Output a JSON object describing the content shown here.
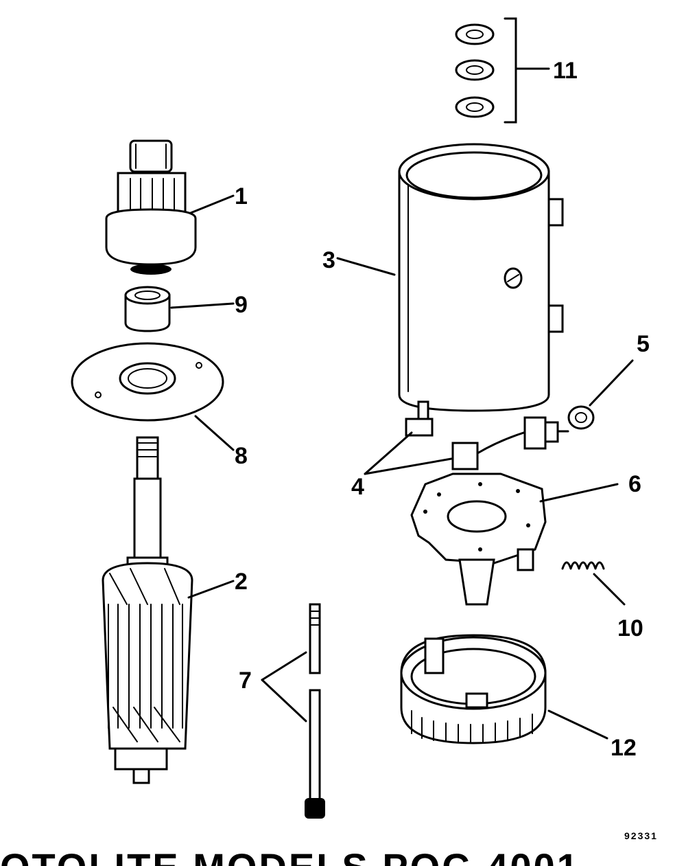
{
  "figure": {
    "number": "92331",
    "banner_fragment": "OTOLITE MODELS POC-4001"
  },
  "parts": [
    {
      "id": "1",
      "label": "1"
    },
    {
      "id": "2",
      "label": "2"
    },
    {
      "id": "3",
      "label": "3"
    },
    {
      "id": "4",
      "label": "4"
    },
    {
      "id": "5",
      "label": "5"
    },
    {
      "id": "6",
      "label": "6"
    },
    {
      "id": "7",
      "label": "7"
    },
    {
      "id": "8",
      "label": "8"
    },
    {
      "id": "9",
      "label": "9"
    },
    {
      "id": "10",
      "label": "10"
    },
    {
      "id": "11",
      "label": "11"
    },
    {
      "id": "12",
      "label": "12"
    }
  ],
  "colors": {
    "ink": "#000000",
    "paper": "#ffffff"
  }
}
